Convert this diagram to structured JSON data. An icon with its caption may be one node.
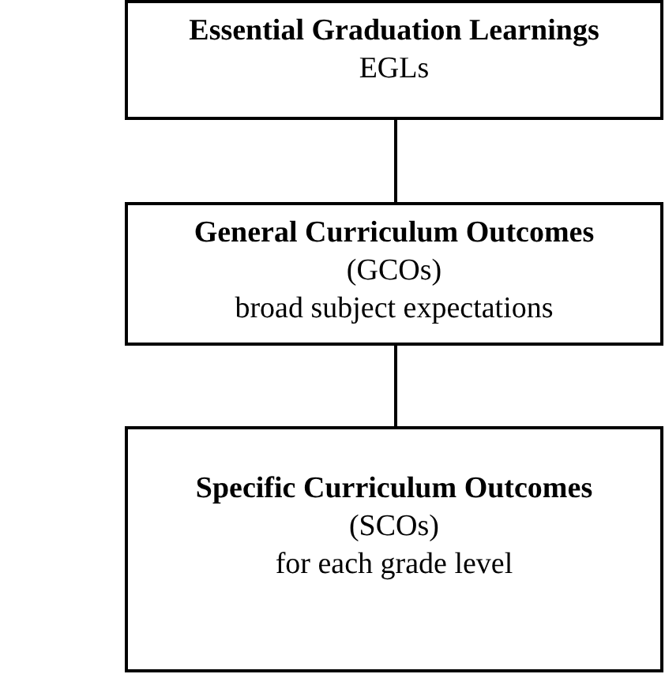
{
  "diagram": {
    "nodes": [
      {
        "text": [
          "Essential Graduation Learnings",
          "EGLs"
        ]
      },
      {
        "text": [
          "General Curriculum Outcomes",
          "(GCOs)",
          "broad subject expectations"
        ]
      },
      {
        "text": [
          "Specific Curriculum Outcomes",
          "(SCOs)",
          "for each grade level"
        ]
      }
    ],
    "edges": [
      {
        "from": 0,
        "to": 1,
        "arrow": "none"
      },
      {
        "from": 1,
        "to": 2,
        "arrow": "none"
      }
    ]
  }
}
